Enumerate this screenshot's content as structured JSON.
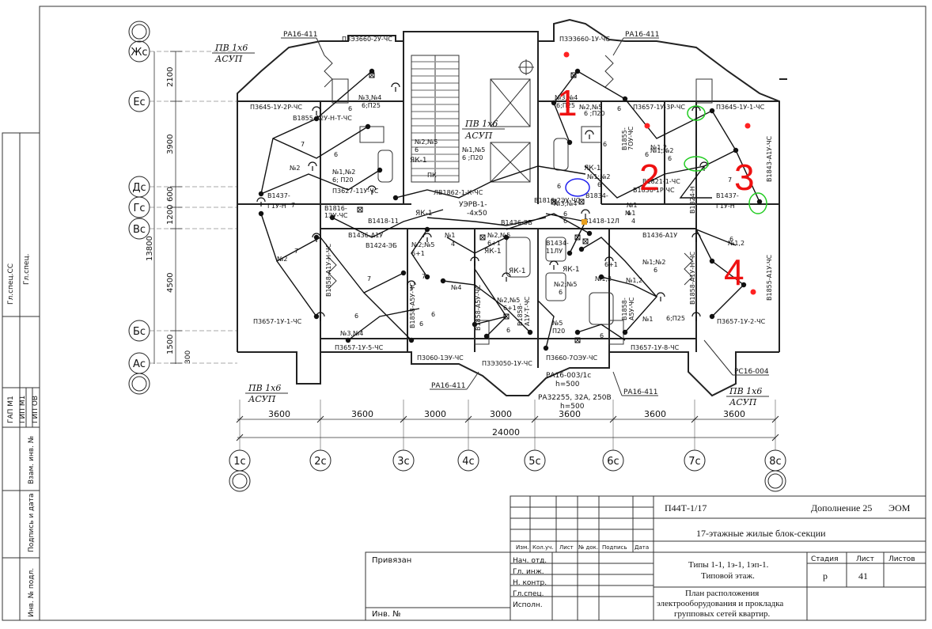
{
  "axes": {
    "rows": [
      "Жс",
      "Ес",
      "Дс",
      "Гс",
      "Вс",
      "Бс",
      "Ас"
    ],
    "cols": [
      "1с",
      "2с",
      "3с",
      "4с",
      "5с",
      "6с",
      "7с",
      "8с"
    ]
  },
  "dimensions": {
    "horizontal": [
      "3600",
      "3600",
      "3000",
      "3000",
      "3600",
      "3600",
      "3600"
    ],
    "total": "24000",
    "vertical": [
      "2100",
      "3900",
      "600",
      "1200",
      "4500",
      "1500",
      "300"
    ],
    "vertical_total": "13800"
  },
  "markers": [
    "1",
    "2",
    "3",
    "4"
  ],
  "panels": [
    "РА16-411",
    "РА16-411",
    "РА16-411",
    "РА16-411",
    "РА16-003/1с",
    "h=500",
    "РА32255, 32А, 250В",
    "h=500",
    "РС16-004"
  ],
  "labels": {
    "rooms": [
      "П3Э3660-2У-ЧС",
      "П3Э3660-1У-ЧС",
      "П3645-1У-2Р-ЧС",
      "П3657-1У-3Р-ЧС",
      "П3645-1У-1-ЧС",
      "В1855-А2У-Н-Т-ЧС",
      "П3627-11У-ЧС",
      "В1816-",
      "1ЭУ-ЧС",
      "В1437-",
      "Г1У-Н",
      "В1418-11",
      "ЛВ1862-1-К-ЧС",
      "В1816-2ЭУ-ЧС",
      "В1834-",
      "В1418-12Л",
      "В1821-1-ЧС",
      "В1836-1Р-ЧС",
      "В1437-",
      "Г1У-Н",
      "В1436-А1У",
      "В1424-ЭБ",
      "В1436-ЭБ",
      "В1434-",
      "11ЛУ",
      "В1436-А1У",
      "В1858-А1У-Н-ЧС",
      "В1858-А5У-ЧС",
      "В1858-А5У-ЧС",
      "В1858-",
      "А1У-Т-ЧС",
      "В1858-",
      "А5У-ЧС",
      "В1858-А1У-Н-ЧС",
      "П3657-1У-1-ЧС",
      "П3657-1У-5-ЧС",
      "П3060-1ЭУ-ЧС",
      "П3Э3050-1У-ЧС",
      "П3660-7ОЭУ-ЧС",
      "П3657-1У-8-ЧС",
      "П3657-1У-2-ЧС",
      "В1855-",
      "7ОУ-ЧС",
      "В1843-А1У-ЧС",
      "В1855-А1У-ЧС",
      "В1824-Н"
    ],
    "circuits": [
      "№3,№4",
      "6;П25",
      "№3,№4",
      "6;П25",
      "№2,№5",
      "6",
      "№2,№5",
      "6 ;П20",
      "№1,№5",
      "6 ;П20",
      "№1,№2",
      "6; П20",
      "№1;№2",
      "6",
      "№1;№2",
      "6",
      "№1",
      "4",
      "№2;№5",
      "6+1",
      "№1",
      "4",
      "№2,№5",
      "6+1",
      "№3;№4",
      "6",
      "№1",
      "4",
      "№2,№5",
      "6+1",
      "№1;№2",
      "6",
      "№2;№5",
      "6",
      "№5",
      "П20",
      "№3,№4",
      "6;П25",
      "№2",
      "№2",
      "№1,2",
      "№1,2",
      "№1,2",
      "№1,2",
      "№4",
      "№1",
      "№1",
      "3"
    ],
    "wire_counts": [
      "6",
      "6",
      "6",
      "6",
      "6",
      "7",
      "7",
      "7",
      "7",
      "7",
      "7",
      "6",
      "6",
      "6",
      "6",
      "6",
      "6",
      "6",
      "6+1",
      "6"
    ],
    "equipment": [
      "ЯК-1",
      "ЯК-1",
      "ЯК-1",
      "ЯК-1",
      "ЯК-1",
      "ЯК-1",
      "ПК",
      "УЭРВ-1-",
      "-4х50"
    ],
    "handwritten": [
      "ПВ 1х6",
      "АСУП",
      "ПВ 1х6",
      "АСУП",
      "ПВ 1х6",
      "АСУП",
      "ПВ 1х6",
      "АСУП"
    ]
  },
  "left_stamp": [
    "Гл.спец.СС",
    "Гл.спец.",
    "ГАП М1",
    "ГИП М1",
    "ГИП ОВ",
    "Взам. инв. №",
    "Подпись и дата",
    "Инв. № подл."
  ],
  "title_block": {
    "code": "П44Т-1/17",
    "addition": "Дополнение 25",
    "section": "ЭОМ",
    "project": "17-этажные жилые блок-секции",
    "types": "Типы 1-1, 1э-1, 1эп-1.",
    "floor": "Типовой этаж.",
    "drawing_title": [
      "План расположения",
      "электрооборудования  и прокладка",
      "групповых сетей квартир."
    ],
    "stage_header": "Стадия",
    "sheet_header": "Лист",
    "sheets_header": "Листов",
    "stage": "р",
    "sheet": "41",
    "bound": "Привязан",
    "inv_no": "Инв. №",
    "roles": [
      "Нач. отд.",
      "Гл. инж.",
      "Н. контр.",
      "Гл.спец.",
      "Исполн."
    ],
    "revision_headers": [
      "Изм.",
      "Кол.уч.",
      "Лист",
      "№ док.",
      "Подпись",
      "Дата"
    ]
  },
  "colors": {
    "marker": "#ee1111",
    "green_circle": "#22cc22",
    "blue_circle": "#2222ee",
    "dot": "#ff2222",
    "accent_square": "#e8a020"
  }
}
